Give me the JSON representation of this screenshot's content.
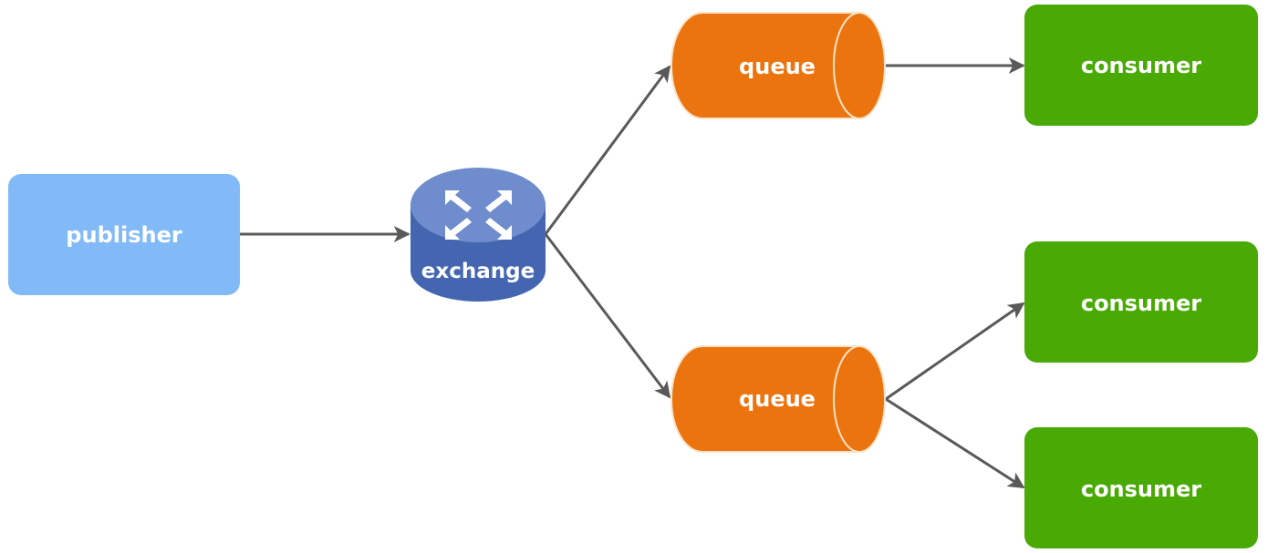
{
  "colors": {
    "publisher": "#82baf8",
    "exchange_top": "#6f8dcc",
    "exchange_side": "#4466b0",
    "queue": "#ec740f",
    "queue_outline": "#f9e3c8",
    "consumer": "#4aaa05",
    "arrow": "#595959",
    "label": "#ffffff"
  },
  "nodes": {
    "publisher": {
      "label": "publisher"
    },
    "exchange": {
      "label": "exchange",
      "icon": "routing-arrows-icon"
    },
    "queues": [
      {
        "label": "queue"
      },
      {
        "label": "queue"
      }
    ],
    "consumers": [
      {
        "label": "consumer"
      },
      {
        "label": "consumer"
      },
      {
        "label": "consumer"
      }
    ]
  },
  "edges": [
    {
      "from": "publisher",
      "to": "exchange"
    },
    {
      "from": "exchange",
      "to": "queue-1"
    },
    {
      "from": "exchange",
      "to": "queue-2"
    },
    {
      "from": "queue-1",
      "to": "consumer-1"
    },
    {
      "from": "queue-2",
      "to": "consumer-2"
    },
    {
      "from": "queue-2",
      "to": "consumer-3"
    }
  ]
}
